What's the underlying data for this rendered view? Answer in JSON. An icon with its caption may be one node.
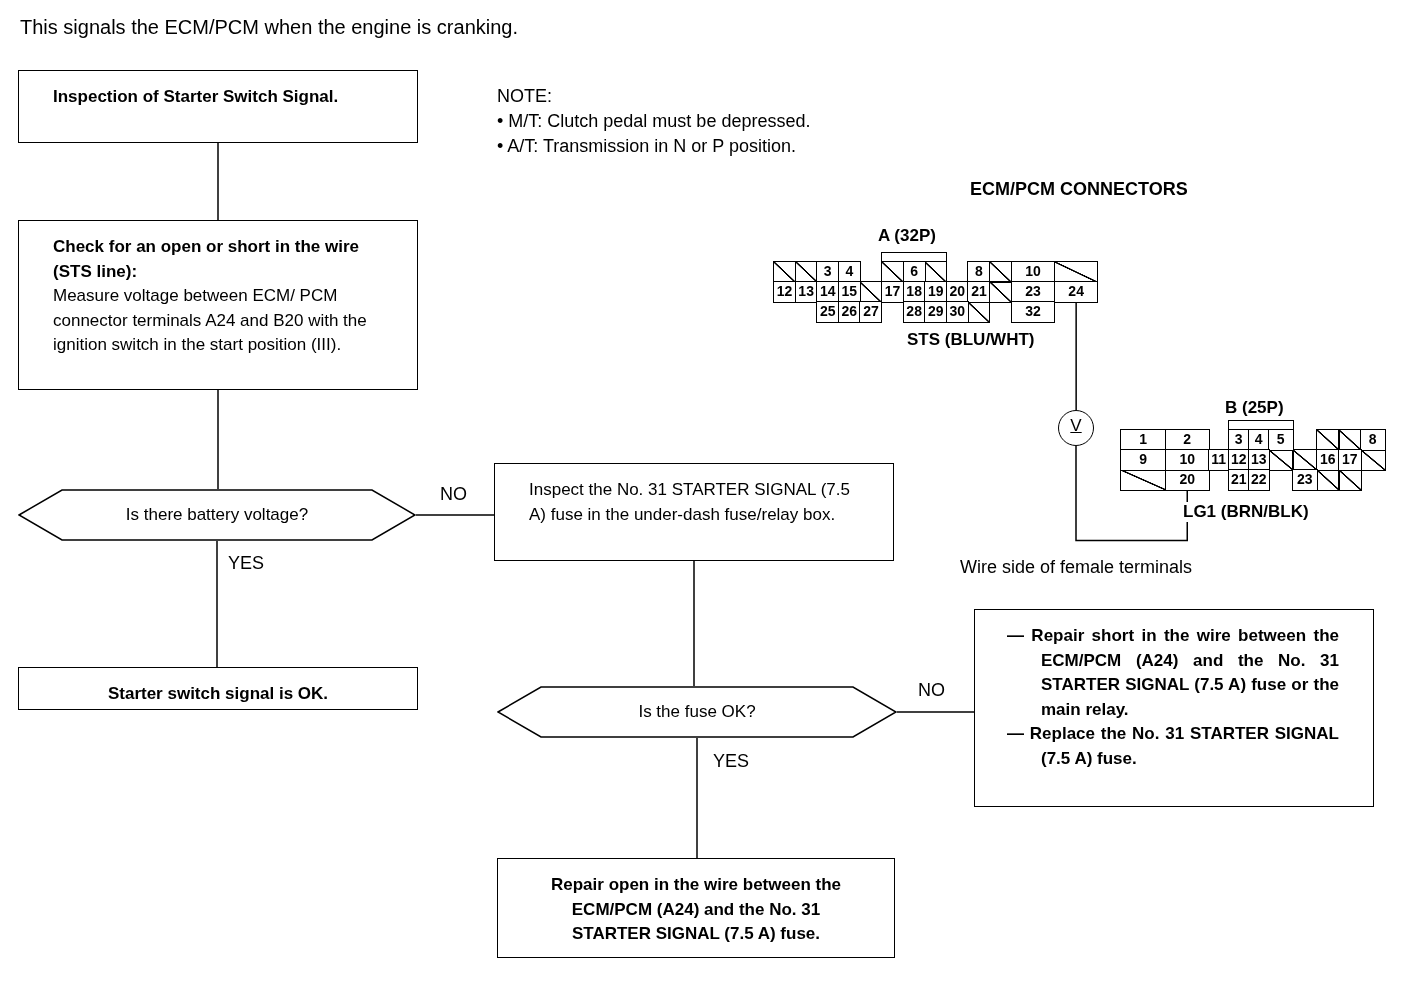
{
  "diagram": {
    "title": "This signals the ECM/PCM when the engine is cranking.",
    "nodes": [
      {
        "text": [
          "Inspection of Starter Switch Signal."
        ]
      },
      {
        "text": [
          "Check for an open or short in the wire (STS line):",
          "Measure voltage between ECM/ PCM connector terminals A24 and B20 with the ignition switch in the start position (III)."
        ]
      },
      {
        "text": [
          "Is there battery voltage?"
        ]
      },
      {
        "text": [
          "Starter switch signal is OK."
        ]
      },
      {
        "text": [
          "Inspect the No. 31 STARTER SIGNAL (7.5 A) fuse in the under-dash fuse/relay box."
        ]
      },
      {
        "text": [
          "Is the fuse OK?"
        ]
      },
      {
        "text": [
          "— Repair short in the wire between the ECM/PCM (A24) and the No. 31 STARTER SIGNAL (7.5 A) fuse or the main relay.",
          "— Replace the No. 31 STARTER SIGNAL (7.5 A) fuse."
        ]
      },
      {
        "text": [
          "Repair open in the wire between the ECM/PCM (A24) and the No. 31 STARTER SIGNAL (7.5 A) fuse."
        ]
      },
      {
        "text": [
          "A (32P)"
        ]
      },
      {
        "text": [
          "24"
        ],
        "in": 8
      },
      {
        "text": [
          "V"
        ]
      },
      {
        "text": [
          "B (25P)"
        ]
      },
      {
        "text": [
          "20"
        ],
        "in": 11
      }
    ],
    "edges": [
      {
        "from": 0,
        "to": 1,
        "arrow": "none"
      },
      {
        "from": 1,
        "to": 2,
        "arrow": "none"
      },
      {
        "from": 2,
        "to": 3,
        "arrow": "none",
        "label": "YES"
      },
      {
        "from": 2,
        "to": 4,
        "arrow": "none",
        "label": "NO"
      },
      {
        "from": 4,
        "to": 5,
        "arrow": "none"
      },
      {
        "from": 5,
        "to": 6,
        "arrow": "none",
        "label": "NO"
      },
      {
        "from": 5,
        "to": 7,
        "arrow": "none",
        "label": "YES"
      },
      {
        "from": 9,
        "to": 10,
        "arrow": "none",
        "label": "STS (BLU/WHT)"
      },
      {
        "from": 10,
        "to": 12,
        "arrow": "none",
        "label": "LG1 (BRN/BLK)"
      }
    ],
    "labels": [
      "NOTE:",
      "• M/T: Clutch pedal must be depressed.",
      "• A/T: Transmission in N or P position.",
      "ECM/PCM CONNECTORS",
      "3",
      "4",
      "6",
      "8",
      "10",
      "12",
      "13",
      "14",
      "15",
      "17",
      "18",
      "19",
      "20",
      "21",
      "23",
      "25",
      "26",
      "27",
      "28",
      "29",
      "30",
      "32",
      "1",
      "2",
      "3",
      "4",
      "5",
      "8",
      "9",
      "10",
      "11",
      "12",
      "13",
      "16",
      "17",
      "21",
      "22",
      "23",
      "Wire side of female terminals"
    ]
  }
}
